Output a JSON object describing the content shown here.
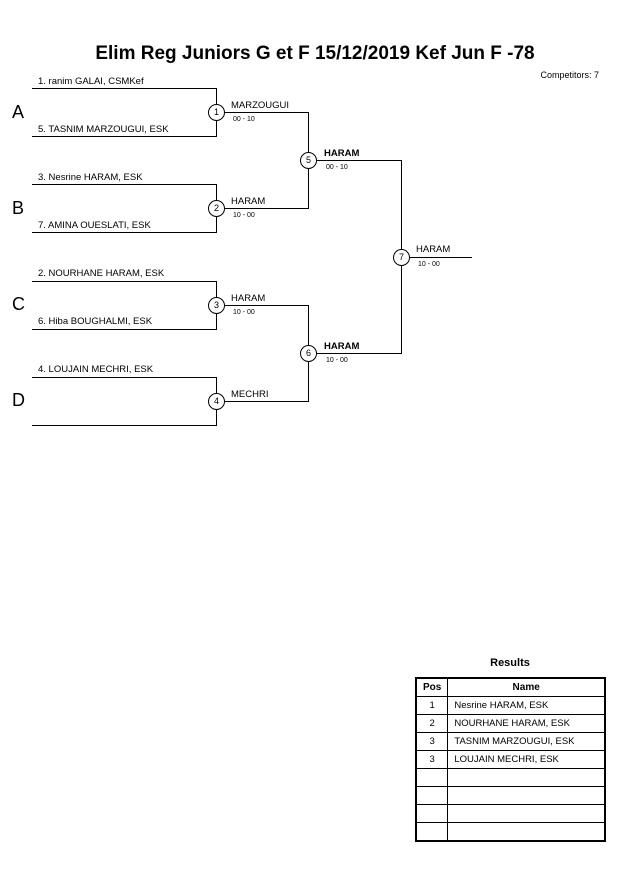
{
  "header": {
    "title": "Elim Reg Juniors G et F  15/12/2019  Kef   Jun F -78",
    "competitors": "Competitors: 7"
  },
  "pools": [
    "A",
    "B",
    "C",
    "D"
  ],
  "players": [
    "1. ranim GALAI, CSMKef",
    "5. TASNIM MARZOUGUI, ESK",
    "3. Nesrine HARAM, ESK",
    "7. AMINA OUESLATI, ESK",
    "2. NOURHANE HARAM, ESK",
    "6. Hiba BOUGHALMI, ESK",
    "4. LOUJAIN MECHRI, ESK",
    ""
  ],
  "matches": [
    {
      "number": "1",
      "winner": "MARZOUGUI",
      "score": "00 - 10"
    },
    {
      "number": "2",
      "winner": "HARAM",
      "score": "10 - 00"
    },
    {
      "number": "3",
      "winner": "HARAM",
      "score": "10 - 00"
    },
    {
      "number": "4",
      "winner": "MECHRI",
      "score": ""
    },
    {
      "number": "5",
      "winner": "HARAM",
      "score": "00 - 10"
    },
    {
      "number": "6",
      "winner": "HARAM",
      "score": "10 - 00"
    },
    {
      "number": "7",
      "winner": "HARAM",
      "score": "10 - 00"
    }
  ],
  "results": {
    "title": "Results",
    "columns": [
      "Pos",
      "Name"
    ],
    "rows": [
      {
        "pos": "1",
        "name": "Nesrine HARAM, ESK"
      },
      {
        "pos": "2",
        "name": "NOURHANE HARAM, ESK"
      },
      {
        "pos": "3",
        "name": "TASNIM MARZOUGUI, ESK"
      },
      {
        "pos": "3",
        "name": "LOUJAIN MECHRI, ESK"
      },
      {
        "pos": "",
        "name": ""
      },
      {
        "pos": "",
        "name": ""
      },
      {
        "pos": "",
        "name": ""
      },
      {
        "pos": "",
        "name": ""
      }
    ]
  }
}
